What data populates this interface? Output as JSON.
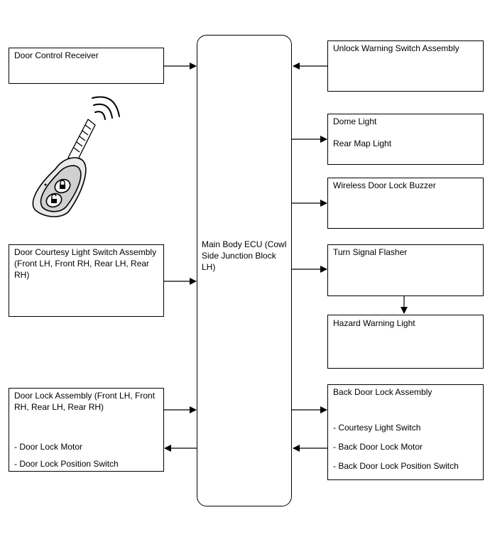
{
  "ecu": {
    "label": "Main Body ECU (Cowl Side Junction Block LH)"
  },
  "left": {
    "door_control_receiver": "Door Control Receiver",
    "door_courtesy": "Door Courtesy Light Switch Assembly (Front LH, Front RH, Rear LH, Rear RH)",
    "door_lock_assembly": "Door Lock Assembly (Front LH, Front RH, Rear LH, Rear RH)",
    "door_lock_motor": "- Door Lock Motor",
    "door_lock_position_switch": "- Door Lock Position Switch"
  },
  "right": {
    "unlock_warning": "Unlock Warning Switch Assembly",
    "dome_light": "Dome Light",
    "rear_map_light": "Rear Map Light",
    "wireless_buzzer": "Wireless Door Lock Buzzer",
    "turn_signal": "Turn Signal Flasher",
    "hazard": "Hazard Warning Light",
    "back_door_lock": "Back Door Lock Assembly",
    "courtesy_switch": "- Courtesy Light Switch",
    "back_door_motor": "- Back Door Lock Motor",
    "back_door_position_switch": "- Back Door Lock Position Switch"
  },
  "illustration": {
    "icon": "remote-key-icon"
  }
}
